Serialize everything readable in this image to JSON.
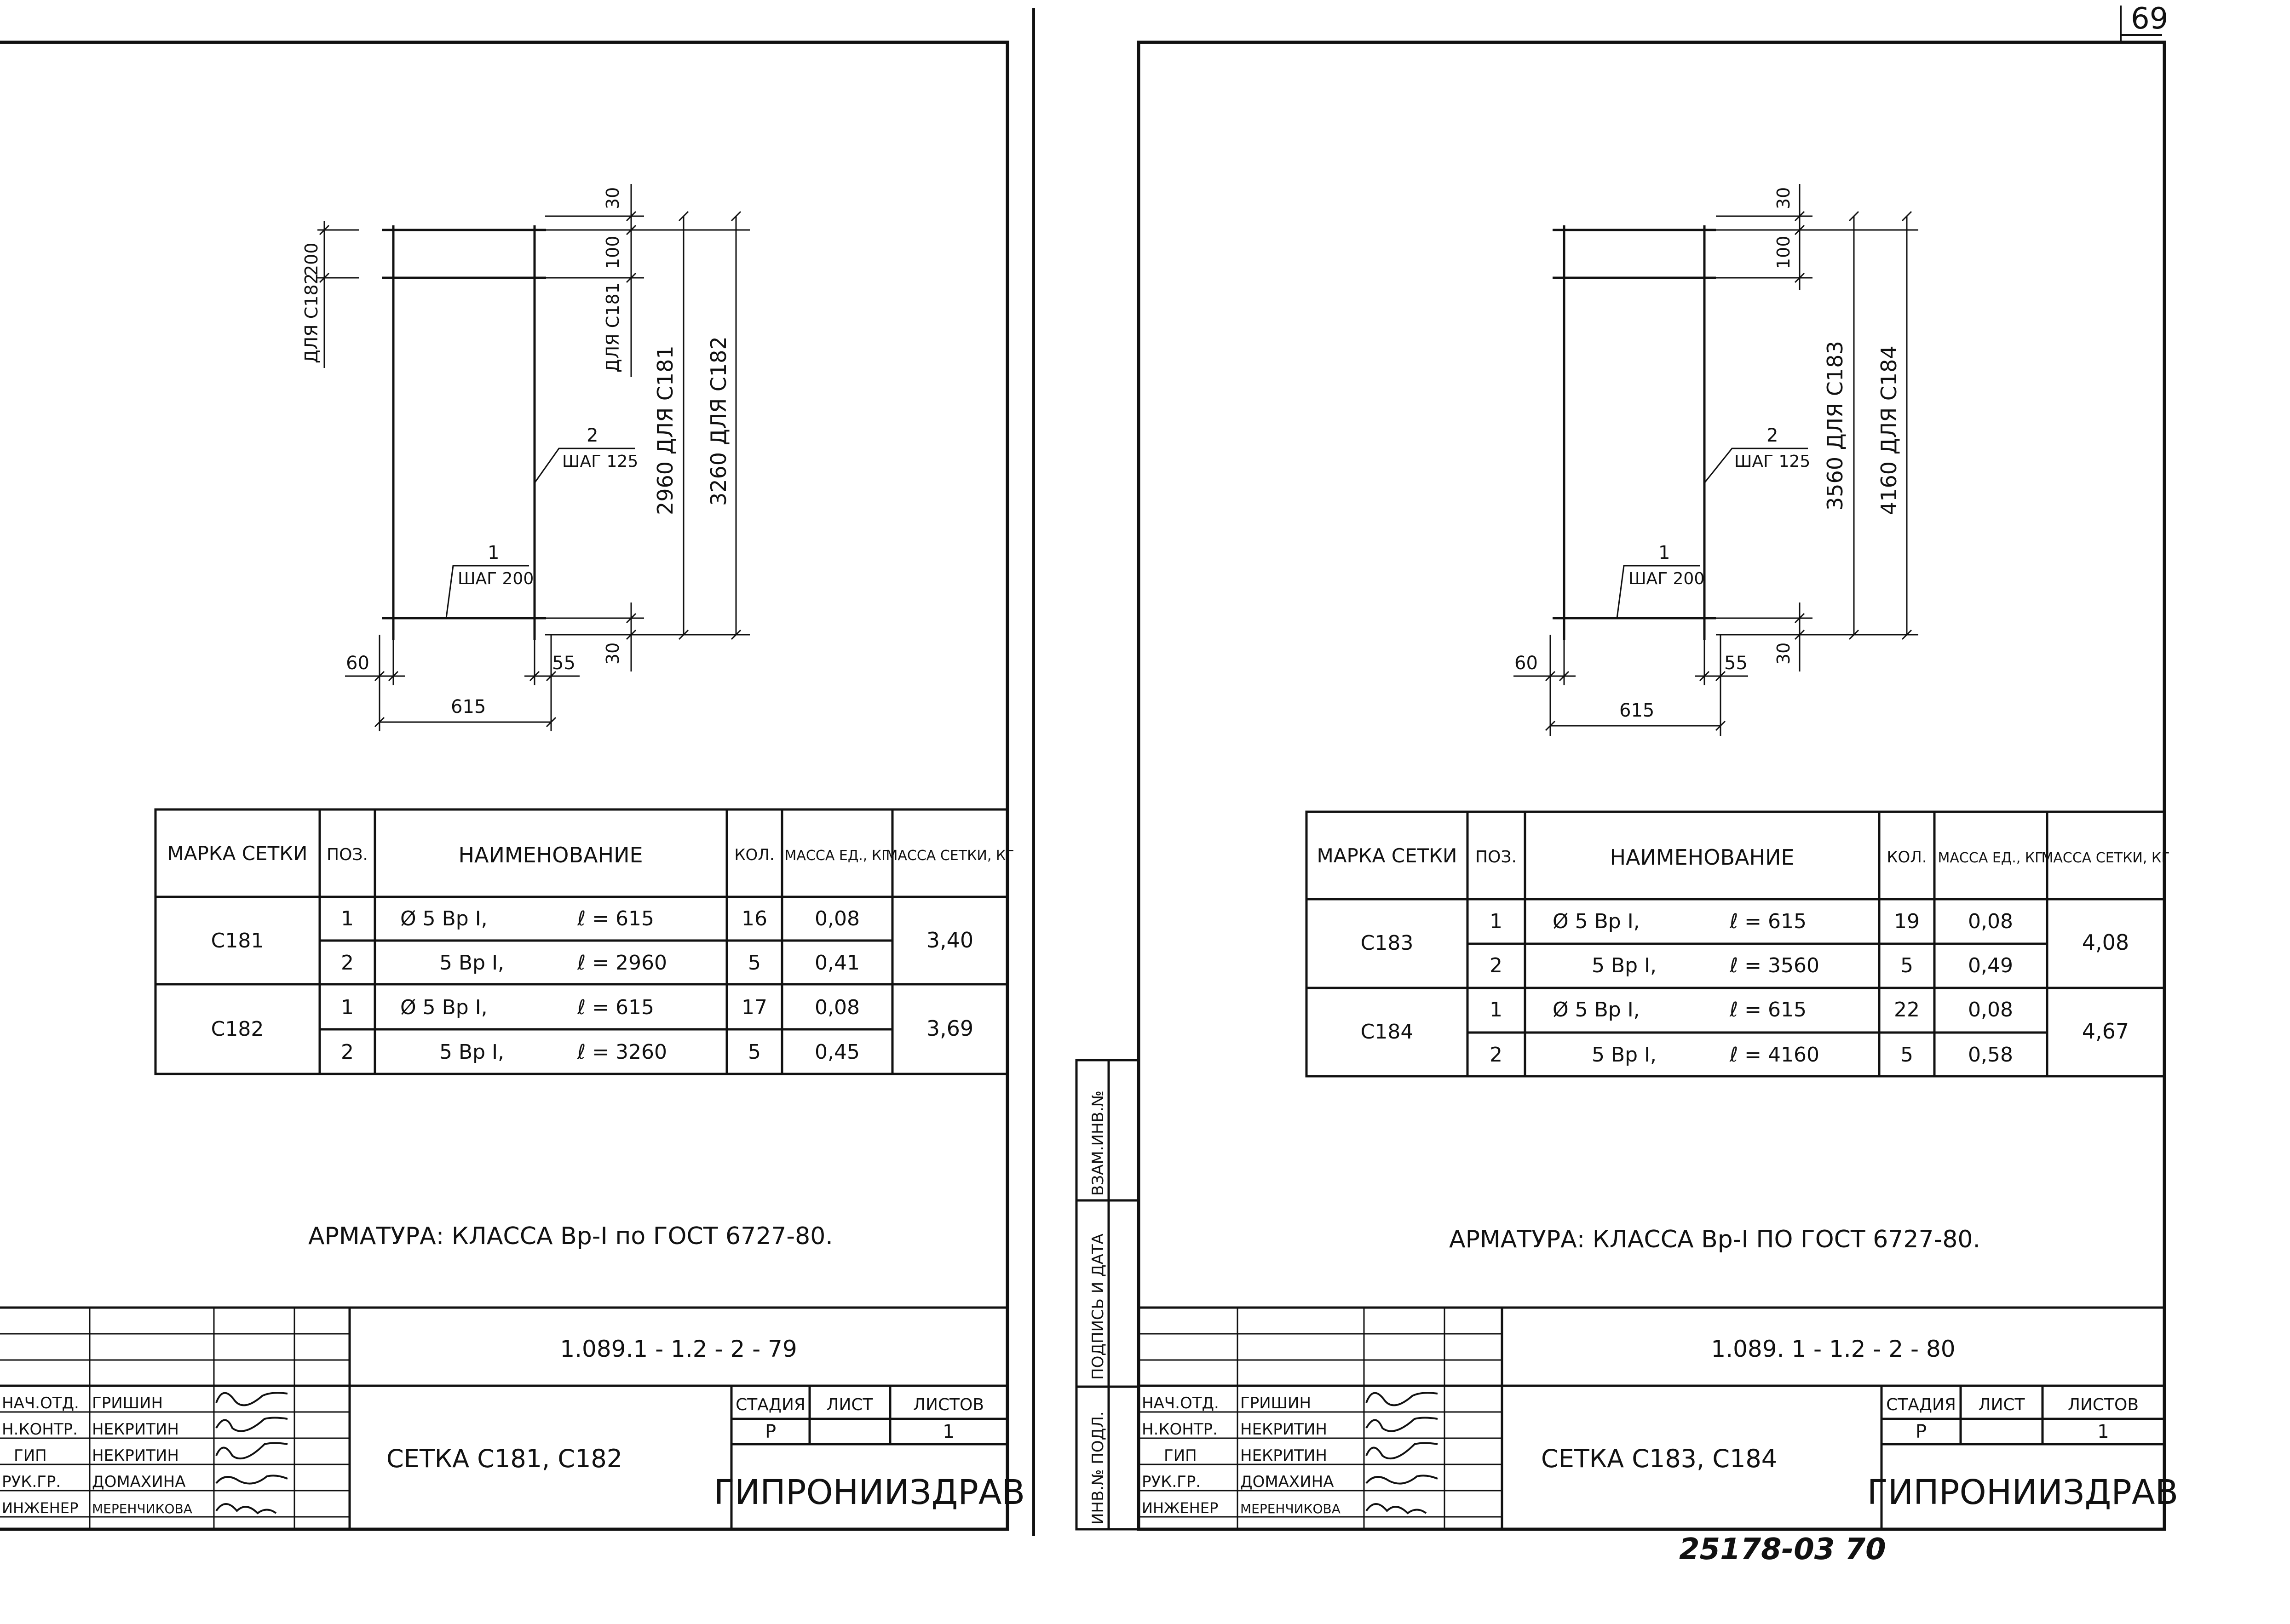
{
  "page_number": "69",
  "bottom_stamp": "25178-03   70",
  "left_sheet": {
    "dims": {
      "top": "30",
      "d100": "100",
      "d200": "200",
      "bottom": "30",
      "left": "60",
      "right": "55",
      "width": "615"
    },
    "labels": {
      "for_s182": "ДЛЯ С182",
      "for_s181": "ДЛЯ С181",
      "length_a": "2960 ДЛЯ С181",
      "length_b": "3260 ДЛЯ С182",
      "pos2": "2",
      "step125": "ШАГ 125",
      "pos1": "1",
      "step200": "ШАГ 200"
    },
    "table": {
      "headers": [
        "МАРКА СЕТКИ",
        "ПОЗ.",
        "НАИМЕНОВАНИЕ",
        "КОЛ.",
        "МАССА ЕД., КГ",
        "МАССА СЕТКИ, КГ"
      ],
      "rows": [
        {
          "mark": "С181",
          "pos": "1",
          "name": "Ø 5 Вр I,",
          "len": "ℓ = 615",
          "qty": "16",
          "unit": "0,08",
          "total": "3,40"
        },
        {
          "mark": "",
          "pos": "2",
          "name": "5 Вр I,",
          "len": "ℓ = 2960",
          "qty": "5",
          "unit": "0,41",
          "total": ""
        },
        {
          "mark": "С182",
          "pos": "1",
          "name": "Ø 5 Вр I,",
          "len": "ℓ = 615",
          "qty": "17",
          "unit": "0,08",
          "total": "3,69"
        },
        {
          "mark": "",
          "pos": "2",
          "name": "5 Вр I,",
          "len": "ℓ = 3260",
          "qty": "5",
          "unit": "0,45",
          "total": ""
        }
      ]
    },
    "note": "АРМАТУРА: КЛАССА Вр-I по ГОСТ 6727-80.",
    "title_block": {
      "code": "1.089.1 - 1.2 - 2 - 79",
      "title": "СЕТКА  С181, С182",
      "stage_label": "СТАДИЯ",
      "sheet_label": "ЛИСТ",
      "sheets_label": "ЛИСТОВ",
      "stage": "Р",
      "sheet": "",
      "sheets": "1",
      "org": "ГИПРОНИИЗДРАВ",
      "staff": [
        {
          "role": "НАЧ.ОТД.",
          "name": "ГРИШИН"
        },
        {
          "role": "Н.КОНТР.",
          "name": "НЕКРИТИН"
        },
        {
          "role": "ГИП",
          "name": "НЕКРИТИН"
        },
        {
          "role": "РУК.ГР.",
          "name": "ДОМАХИНА"
        },
        {
          "role": "ИНЖЕНЕР",
          "name": "МЕРЕНЧИКОВА"
        }
      ]
    }
  },
  "right_sheet": {
    "dims": {
      "top": "30",
      "d100": "100",
      "bottom": "30",
      "left": "60",
      "right": "55",
      "width": "615"
    },
    "labels": {
      "length_a": "3560 ДЛЯ С183",
      "length_b": "4160 ДЛЯ С184",
      "pos2": "2",
      "step125": "ШАГ 125",
      "pos1": "1",
      "step200": "ШАГ 200"
    },
    "table": {
      "headers": [
        "МАРКА СЕТКИ",
        "ПОЗ.",
        "НАИМЕНОВАНИЕ",
        "КОЛ.",
        "МАССА ЕД., КГ",
        "МАССА СЕТКИ, КГ"
      ],
      "rows": [
        {
          "mark": "С183",
          "pos": "1",
          "name": "Ø 5 Вр I,",
          "len": "ℓ = 615",
          "qty": "19",
          "unit": "0,08",
          "total": "4,08"
        },
        {
          "mark": "",
          "pos": "2",
          "name": "5 Вр I,",
          "len": "ℓ = 3560",
          "qty": "5",
          "unit": "0,49",
          "total": ""
        },
        {
          "mark": "С184",
          "pos": "1",
          "name": "Ø 5 Вр I,",
          "len": "ℓ = 615",
          "qty": "22",
          "unit": "0,08",
          "total": "4,67"
        },
        {
          "mark": "",
          "pos": "2",
          "name": "5 Вр I,",
          "len": "ℓ = 4160",
          "qty": "5",
          "unit": "0,58",
          "total": ""
        }
      ]
    },
    "note": "АРМАТУРА: КЛАССА Вр-I ПО ГОСТ 6727-80.",
    "side_stamp": [
      "ИНВ.№ ПОДЛ.",
      "ПОДПИСЬ И ДАТА",
      "ВЗАМ.ИНВ.№"
    ],
    "title_block": {
      "code": "1.089. 1 - 1.2 - 2 - 80",
      "title": "СЕТКА  С183, С184",
      "stage_label": "СТАДИЯ",
      "sheet_label": "ЛИСТ",
      "sheets_label": "ЛИСТОВ",
      "stage": "Р",
      "sheet": "",
      "sheets": "1",
      "org": "ГИПРОНИИЗДРАВ",
      "staff": [
        {
          "role": "НАЧ.ОТД.",
          "name": "ГРИШИН"
        },
        {
          "role": "Н.КОНТР.",
          "name": "НЕКРИТИН"
        },
        {
          "role": "ГИП",
          "name": "НЕКРИТИН"
        },
        {
          "role": "РУК.ГР.",
          "name": "ДОМАХИНА"
        },
        {
          "role": "ИНЖЕНЕР",
          "name": "МЕРЕНЧИКОВА"
        }
      ]
    }
  }
}
